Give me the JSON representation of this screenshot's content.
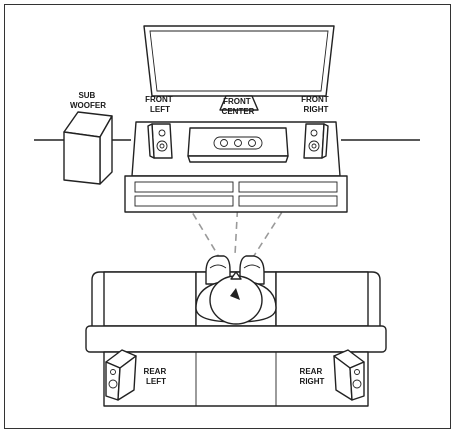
{
  "labels": {
    "sub_woofer": [
      "SUB",
      "WOOFER"
    ],
    "front_left": [
      "FRONT",
      "LEFT"
    ],
    "front_center": [
      "FRONT",
      "CENTER"
    ],
    "front_right": [
      "FRONT",
      "RIGHT"
    ],
    "rear_left": [
      "REAR",
      "LEFT"
    ],
    "rear_right": [
      "REAR",
      "RIGHT"
    ]
  }
}
